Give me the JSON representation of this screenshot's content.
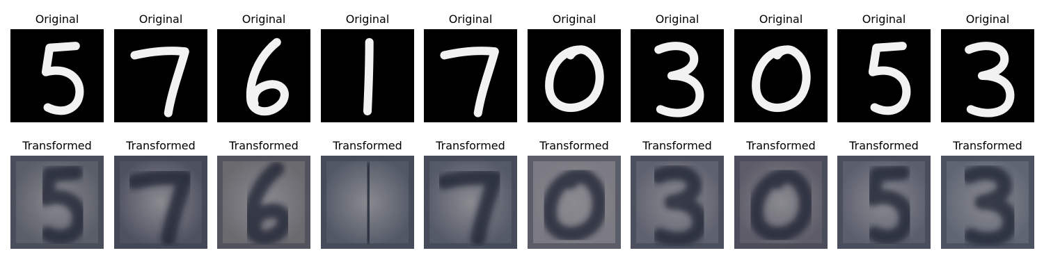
{
  "original_label": "Original",
  "transformed_label": "Transformed",
  "samples": [
    {
      "digit": "5",
      "tint": "#5a5e68"
    },
    {
      "digit": "7",
      "tint": "#4e5160"
    },
    {
      "digit": "6",
      "tint": "#6b6a6f"
    },
    {
      "digit": "1",
      "tint": "#525966"
    },
    {
      "digit": "7",
      "tint": "#555a68"
    },
    {
      "digit": "0",
      "tint": "#7b7a82"
    },
    {
      "digit": "3",
      "tint": "#5e616e"
    },
    {
      "digit": "0",
      "tint": "#5d5c68"
    },
    {
      "digit": "5",
      "tint": "#5b5f6d"
    },
    {
      "digit": "3",
      "tint": "#5f6673"
    }
  ]
}
